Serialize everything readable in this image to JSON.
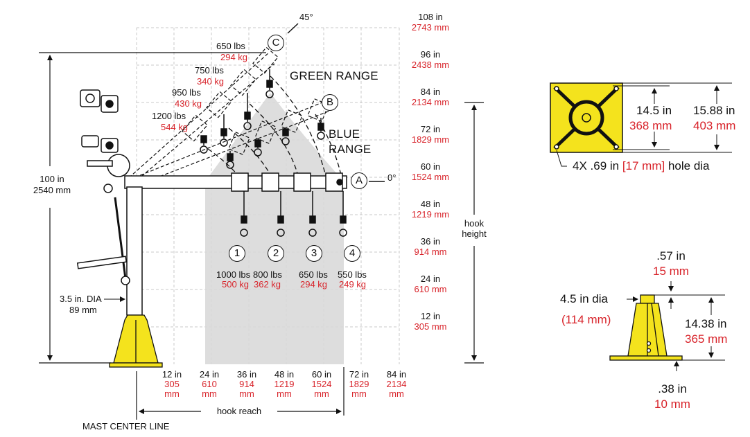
{
  "colors": {
    "accent_red": "#d8232a",
    "mast_yellow": "#f4e31d",
    "range_gray": "#d9d9d9",
    "grid": "#c8c8c8"
  },
  "angles": {
    "c": "45°",
    "a": "0°"
  },
  "position_labels": {
    "a": "A",
    "b": "B",
    "c": "C"
  },
  "ranges": {
    "green": "GREEN RANGE",
    "blue_1": "BLUE",
    "blue_2": "RANGE"
  },
  "angled_loads": [
    {
      "lbs": "650 lbs",
      "kg": "294 kg"
    },
    {
      "lbs": "750 lbs",
      "kg": "340 kg"
    },
    {
      "lbs": "950 lbs",
      "kg": "430 kg"
    },
    {
      "lbs": "1200 lbs",
      "kg": "544 kg"
    }
  ],
  "horizontal_loads": [
    {
      "num": "1",
      "lbs": "1000 lbs",
      "kg": "500 kg"
    },
    {
      "num": "2",
      "lbs": "800 lbs",
      "kg": "362 kg"
    },
    {
      "num": "3",
      "lbs": "650 lbs",
      "kg": "294 kg"
    },
    {
      "num": "4",
      "lbs": "550 lbs",
      "kg": "249 kg"
    }
  ],
  "height_scale": [
    {
      "in": "108 in",
      "mm": "2743 mm"
    },
    {
      "in": "96 in",
      "mm": "2438 mm"
    },
    {
      "in": "84 in",
      "mm": "2134 mm"
    },
    {
      "in": "72 in",
      "mm": "1829 mm"
    },
    {
      "in": "60 in",
      "mm": "1524 mm"
    },
    {
      "in": "48 in",
      "mm": "1219 mm"
    },
    {
      "in": "36 in",
      "mm": "914 mm"
    },
    {
      "in": "24 in",
      "mm": "610 mm"
    },
    {
      "in": "12 in",
      "mm": "305 mm"
    }
  ],
  "reach_scale": [
    {
      "in": "12 in",
      "mm_1": "305",
      "mm_2": "mm"
    },
    {
      "in": "24 in",
      "mm_1": "610",
      "mm_2": "mm"
    },
    {
      "in": "36 in",
      "mm_1": "914",
      "mm_2": "mm"
    },
    {
      "in": "48 in",
      "mm_1": "1219",
      "mm_2": "mm"
    },
    {
      "in": "60 in",
      "mm_1": "1524",
      "mm_2": "mm"
    },
    {
      "in": "72 in",
      "mm_1": "1829",
      "mm_2": "mm"
    },
    {
      "in": "84 in",
      "mm_1": "2134",
      "mm_2": "mm"
    }
  ],
  "overall_height": {
    "in": "100 in",
    "mm": "2540 mm"
  },
  "mast_dia": {
    "in": "3.5 in. DIA",
    "mm": "89 mm"
  },
  "hook_height": {
    "line1": "hook",
    "line2": "height"
  },
  "hook_reach": "hook reach",
  "mast_center_line": "MAST CENTER LINE",
  "base_top_view": {
    "dim1_in": "14.5 in",
    "dim1_mm": "368 mm",
    "dim2_in": "15.88 in",
    "dim2_mm": "403 mm",
    "hole_prefix": "4X .69 in ",
    "hole_mm": "[17 mm]",
    "hole_suffix": " hole dia"
  },
  "base_side_view": {
    "top_in": ".57 in",
    "top_mm": "15 mm",
    "dia_in": "4.5 in dia",
    "dia_mm": "(114 mm)",
    "height_in": "14.38 in",
    "height_mm": "365 mm",
    "plate_in": ".38 in",
    "plate_mm": "10 mm"
  }
}
